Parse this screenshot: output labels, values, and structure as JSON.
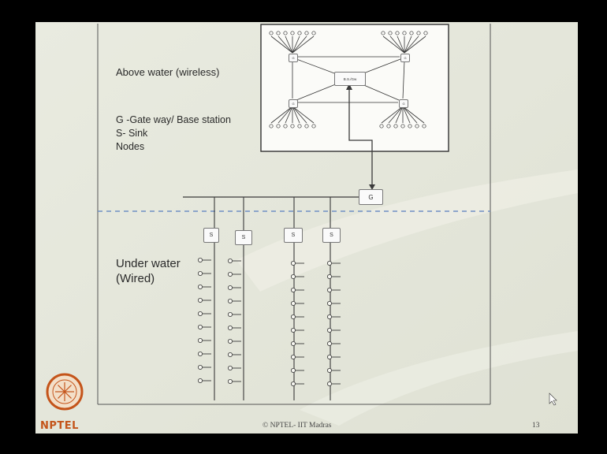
{
  "labels": {
    "above_water": "Above water (wireless)",
    "legend_gateway": "G -Gate way/ Base station",
    "legend_sink": "S- Sink",
    "legend_nodes": "Nodes",
    "under_water_line1": "Under water",
    "under_water_line2": "(Wired)"
  },
  "diagram": {
    "gateway_label": "G",
    "sink_label": "S",
    "inset_center_label": "B.S./Gw",
    "inset_gateway_label": "G"
  },
  "footer": {
    "copyright": "© NPTEL- IIT Madras",
    "page_number": "13",
    "logo_text": "NPTEL"
  },
  "colors": {
    "slide_bg": "#e6e8dc",
    "line": "#3a3a3a",
    "dashed_water_line": "#6f8fc4",
    "logo_orange": "#c4541a"
  }
}
